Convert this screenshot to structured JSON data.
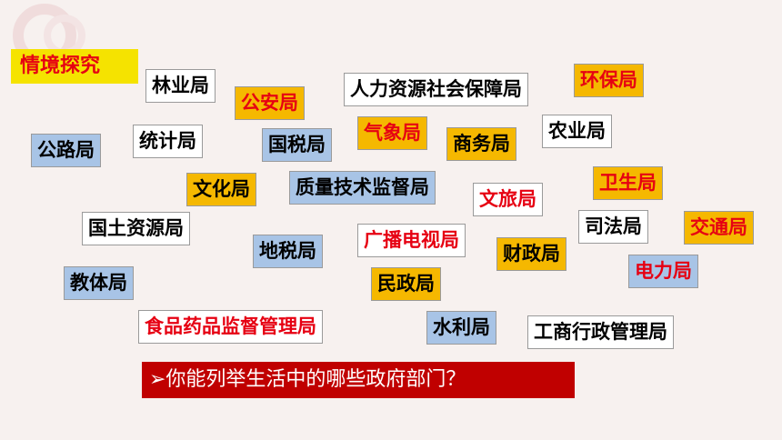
{
  "title_tag": "情境探究",
  "departments": [
    {
      "id": "linye",
      "label": "林业局"
    },
    {
      "id": "gongan",
      "label": "公安局"
    },
    {
      "id": "renli",
      "label": "人力资源社会保障局"
    },
    {
      "id": "huanbao",
      "label": "环保局"
    },
    {
      "id": "gonglu",
      "label": "公路局"
    },
    {
      "id": "tongji",
      "label": "统计局"
    },
    {
      "id": "guoshui",
      "label": "国税局"
    },
    {
      "id": "qixiang",
      "label": "气象局"
    },
    {
      "id": "shangwu",
      "label": "商务局"
    },
    {
      "id": "nongye",
      "label": "农业局"
    },
    {
      "id": "wenhua",
      "label": "文化局"
    },
    {
      "id": "zhiliang",
      "label": "质量技术监督局"
    },
    {
      "id": "wenlv",
      "label": "文旅局"
    },
    {
      "id": "weisheng",
      "label": "卫生局"
    },
    {
      "id": "guotu",
      "label": "国土资源局"
    },
    {
      "id": "sifa",
      "label": "司法局"
    },
    {
      "id": "jiaotong",
      "label": "交通局"
    },
    {
      "id": "dishui",
      "label": "地税局"
    },
    {
      "id": "guangbo",
      "label": "广播电视局"
    },
    {
      "id": "caizheng",
      "label": "财政局"
    },
    {
      "id": "dianli",
      "label": "电力局"
    },
    {
      "id": "jiaoti",
      "label": "教体局"
    },
    {
      "id": "minzheng",
      "label": "民政局"
    },
    {
      "id": "shipin",
      "label": "食品药品监督管理局"
    },
    {
      "id": "shuili",
      "label": "水利局"
    },
    {
      "id": "gongshang",
      "label": "工商行政管理局"
    }
  ],
  "question": "➢你能列举生活中的哪些政府部门？",
  "colors": {
    "yellow": "#f5b800",
    "blue": "#a8c4e6",
    "red_text": "#e60012",
    "title_bg": "#f5e300",
    "question_bg": "#c00000"
  }
}
